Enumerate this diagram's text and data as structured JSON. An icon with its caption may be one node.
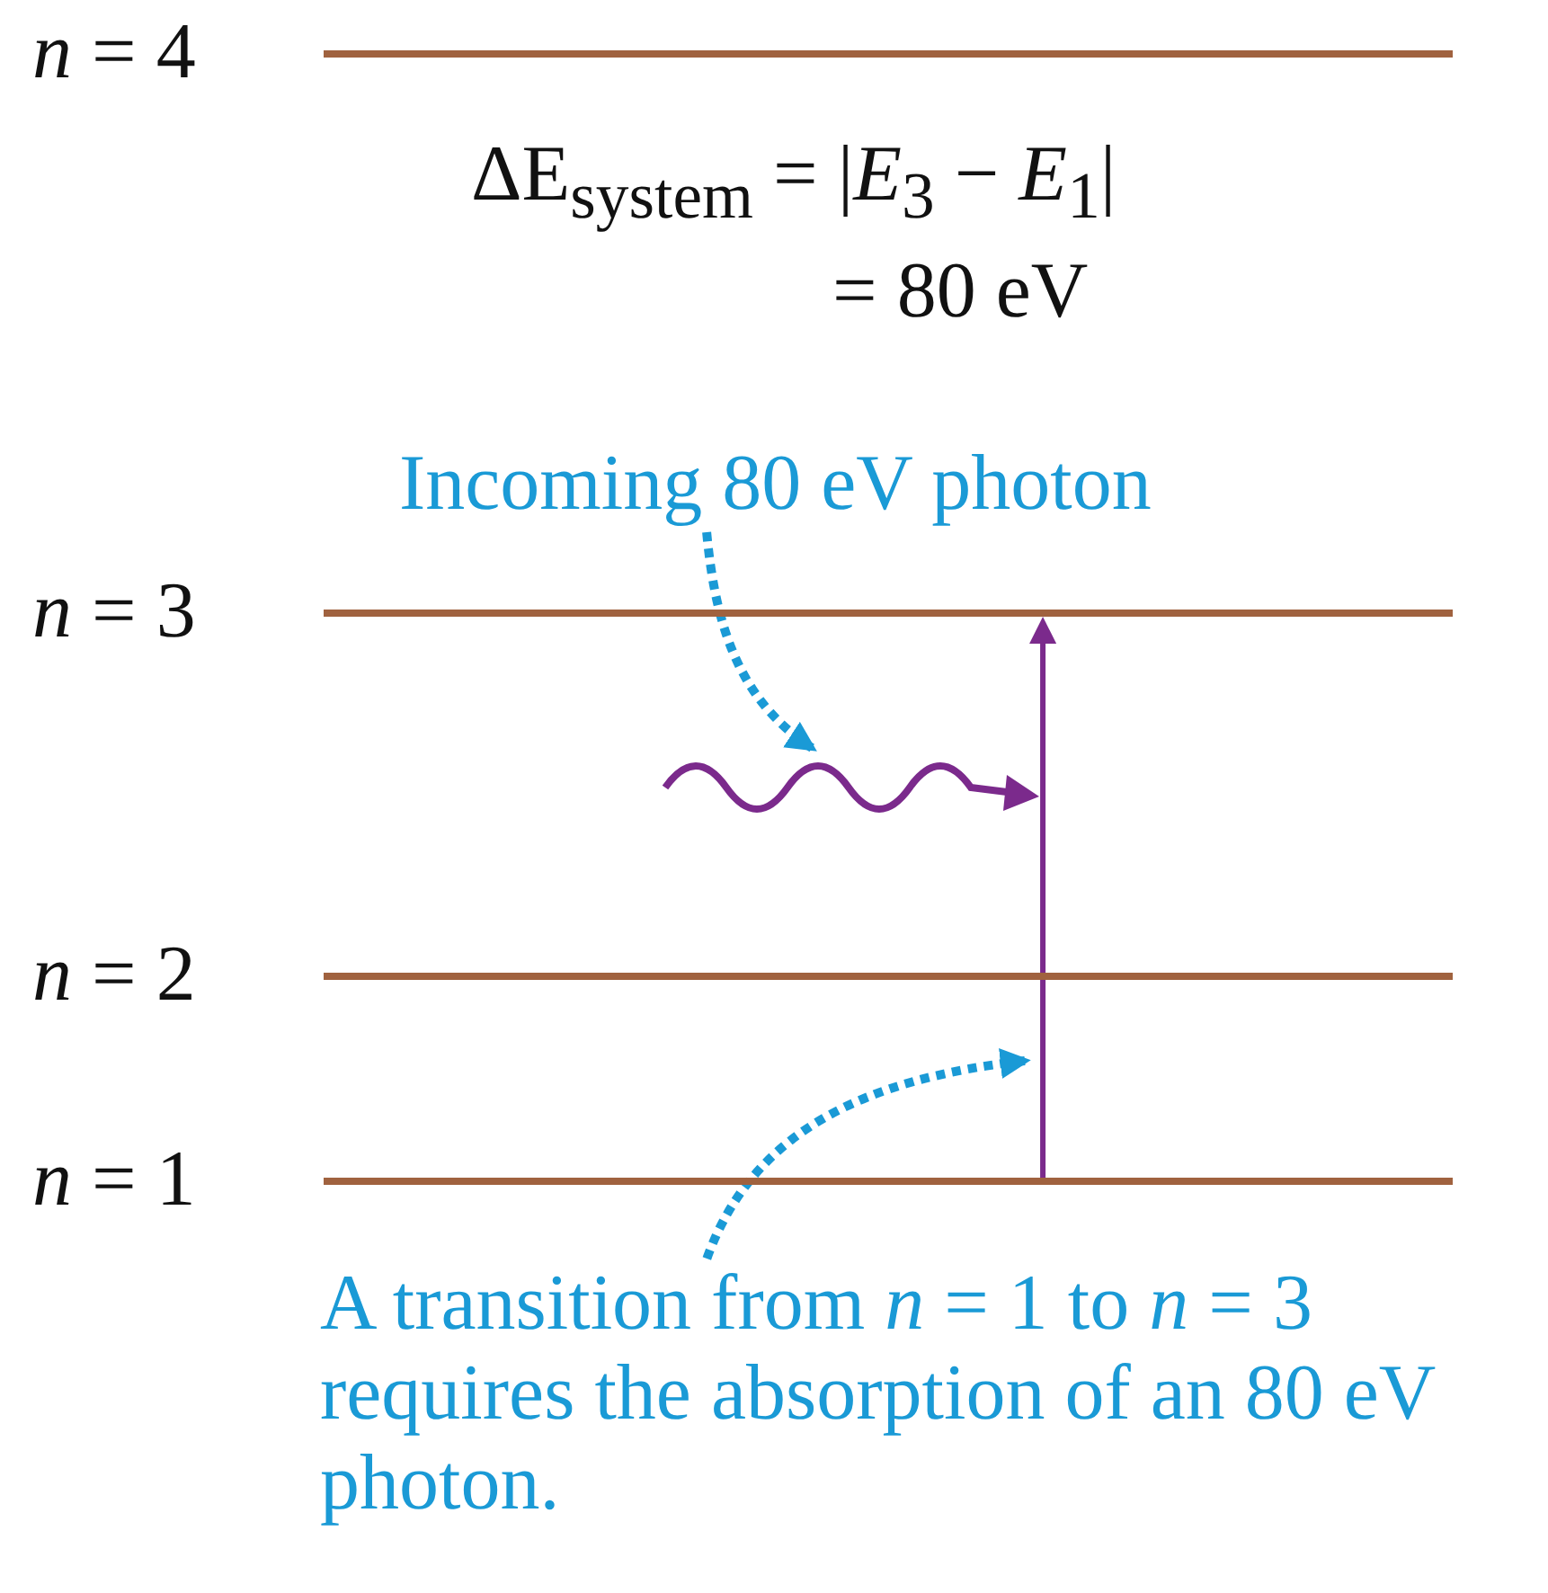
{
  "diagram": {
    "nodes": [
      {
        "text": [],
        "shape": "bar",
        "beside": [
          "*n* = 4"
        ]
      },
      {
        "text": [],
        "shape": "bar",
        "beside": [
          "*n* = 3"
        ]
      },
      {
        "text": [],
        "shape": "bar",
        "beside": [
          "*n* = 2"
        ]
      },
      {
        "text": [],
        "shape": "bar",
        "beside": [
          "*n* = 1"
        ]
      },
      {
        "text": [
          "Incoming 80 eV photon"
        ]
      },
      {
        "text": [],
        "shape": "picture"
      },
      {
        "text": [
          "A transition from *n* = 1 to *n* = 3 requires the absorption of an 80 eV photon."
        ]
      }
    ],
    "edges": [
      {
        "from": 3,
        "to": 1,
        "arrow": "to",
        "color": "#7b2a8c"
      },
      {
        "from": 4,
        "to": 5,
        "arrow": "to",
        "style": "dashed",
        "color": "#1a9ad6"
      },
      {
        "from": 6,
        "to": null,
        "arrow": "to",
        "style": "dashed",
        "color": "#1a9ad6"
      }
    ],
    "labels": [
      "ΔE$_{system}$ = |*E*$_{3}$ − *E*$_{1}$|",
      "= 80 eV"
    ]
  }
}
